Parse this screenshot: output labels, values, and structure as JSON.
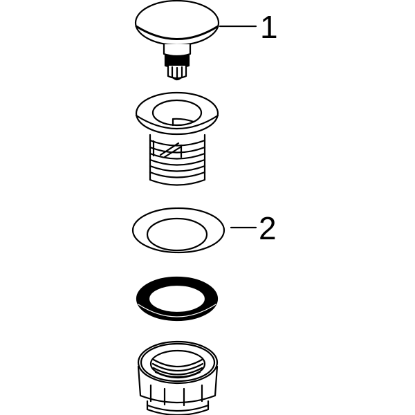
{
  "diagram": {
    "type": "exploded-parts-view",
    "subject": "pop-up drain valve assembly",
    "colors": {
      "line": "#000000",
      "background": "#ffffff"
    },
    "callouts": [
      {
        "label": "1",
        "part": "drain cap / plug"
      },
      {
        "label": "2",
        "part": "cover rosette"
      }
    ],
    "parts": [
      "drain-cap",
      "drain-body-threaded",
      "cover-rosette",
      "sealing-gasket",
      "threaded-nut"
    ]
  }
}
